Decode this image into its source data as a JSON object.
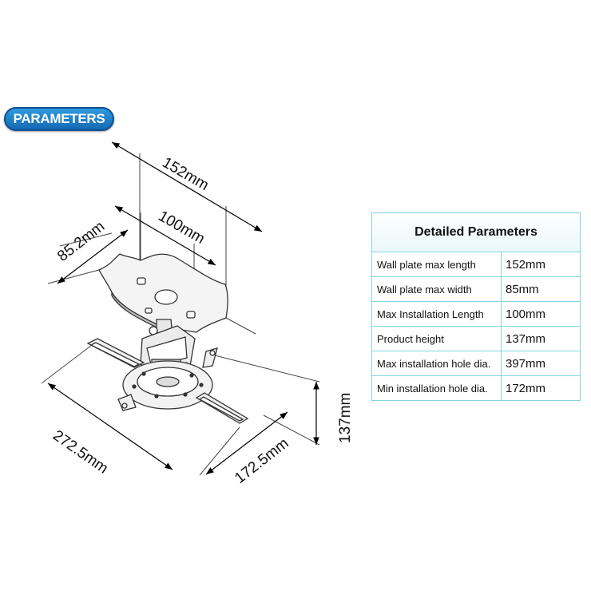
{
  "badge": {
    "label": "PARAMETERS"
  },
  "dimensions": {
    "plate_outer_length": "152mm",
    "plate_inner_length": "100mm",
    "plate_width": "85.2mm",
    "base_length": "272.5mm",
    "base_width": "172.5mm",
    "height": "137mm"
  },
  "table": {
    "title": "Detailed Parameters",
    "rows": [
      {
        "label": "Wall plate max length",
        "value": "152mm"
      },
      {
        "label": "Wall plate max width",
        "value": "85mm"
      },
      {
        "label": "Max Installation Length",
        "value": "100mm"
      },
      {
        "label": "Product height",
        "value": "137mm"
      },
      {
        "label": "Max installation hole dia.",
        "value": "397mm"
      },
      {
        "label": "Min installation hole dia.",
        "value": "172mm"
      }
    ]
  }
}
